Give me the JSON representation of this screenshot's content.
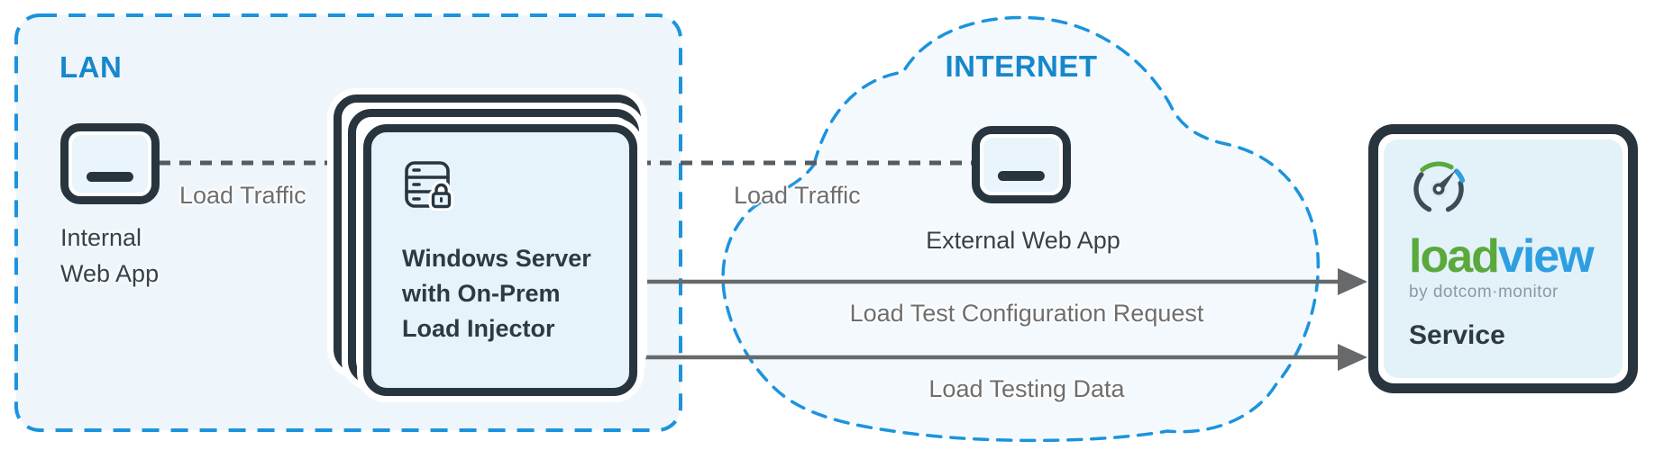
{
  "lan": {
    "title": "LAN",
    "internal_app_label": "Internal\nWeb App",
    "load_traffic_label": "Load Traffic",
    "server_label": "Windows Server\nwith On-Prem\nLoad Injector"
  },
  "internet": {
    "title": "INTERNET",
    "external_app_label": "External Web App",
    "load_traffic_label": "Load Traffic"
  },
  "flows": {
    "config_request_label": "Load Test Configuration Request",
    "testing_data_label": "Load Testing Data"
  },
  "service": {
    "logo_part1": "load",
    "logo_part2": "view",
    "byline": "by dotcom·monitor",
    "label": "Service"
  },
  "colors": {
    "accent_blue_text": "#1787cb",
    "dashed_blue_border": "#1b93dd",
    "dark_slate": "#28353e",
    "gray_label": "#6e6e6e",
    "connector_gray": "#555b60",
    "logo_green": "#5aa93c",
    "logo_blue": "#2d9fe0",
    "lan_fill": "#eff6fb",
    "cloud_fill": "#f3f9fd",
    "card_fill": "#e7f3fa"
  }
}
